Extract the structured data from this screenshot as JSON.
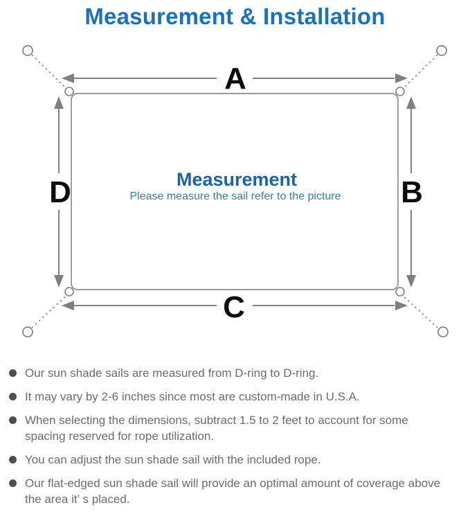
{
  "header": {
    "title": "Measurement & Installation"
  },
  "diagram": {
    "side_labels": {
      "top": "A",
      "right": "B",
      "bottom": "C",
      "left": "D"
    },
    "center": {
      "title": "Measurement",
      "subtitle": "Please measure the sail refer to the picture"
    }
  },
  "notes": {
    "items": [
      "Our sun shade sails are measured from D-ring to D-ring.",
      "It may vary by 2-6 inches since most are custom-made in U.S.A.",
      "When selecting the dimensions, subtract 1.5 to 2 feet to account for some spacing reserved for rope utilization.",
      "You can adjust the sun shade sail with the included rope.",
      "Our flat-edged sun shade sail will provide an optimal amount of coverage above the area it’ s placed."
    ]
  },
  "colors": {
    "heading_blue": "#1b72b8",
    "center_blue": "#1565ad",
    "subtitle_blue": "#2d7cbd",
    "line_gray": "#7f7f7f",
    "note_text_gray": "#6b6b6b",
    "label_black": "#0d0d0d"
  }
}
